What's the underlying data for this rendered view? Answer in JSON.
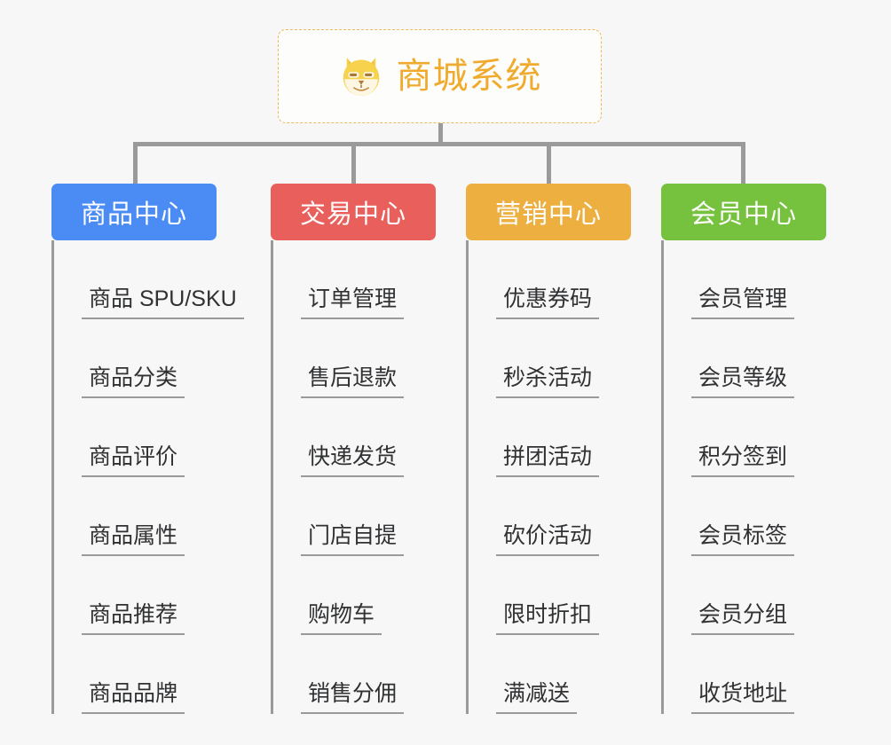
{
  "page": {
    "background_color": "#f7f7f7",
    "line_color": "#9a9a9a"
  },
  "root": {
    "icon": "shiba-dog-face-icon",
    "title": "商城系统",
    "title_color": "#f0ab2e",
    "border_color": "#eab95c",
    "border_style": "dashed"
  },
  "columns": [
    {
      "header": "商品中心",
      "color": "#4a8bf4",
      "items": [
        "商品 SPU/SKU",
        "商品分类",
        "商品评价",
        "商品属性",
        "商品推荐",
        "商品品牌"
      ]
    },
    {
      "header": "交易中心",
      "color": "#e95f5c",
      "items": [
        "订单管理",
        "售后退款",
        "快递发货",
        "门店自提",
        "购物车",
        "销售分佣"
      ]
    },
    {
      "header": "营销中心",
      "color": "#eeaf41",
      "items": [
        "优惠券码",
        "秒杀活动",
        "拼团活动",
        "砍价活动",
        "限时折扣",
        "满减送"
      ]
    },
    {
      "header": "会员中心",
      "color": "#76c13d",
      "items": [
        "会员管理",
        "会员等级",
        "积分签到",
        "会员标签",
        "会员分组",
        "收货地址"
      ]
    }
  ]
}
